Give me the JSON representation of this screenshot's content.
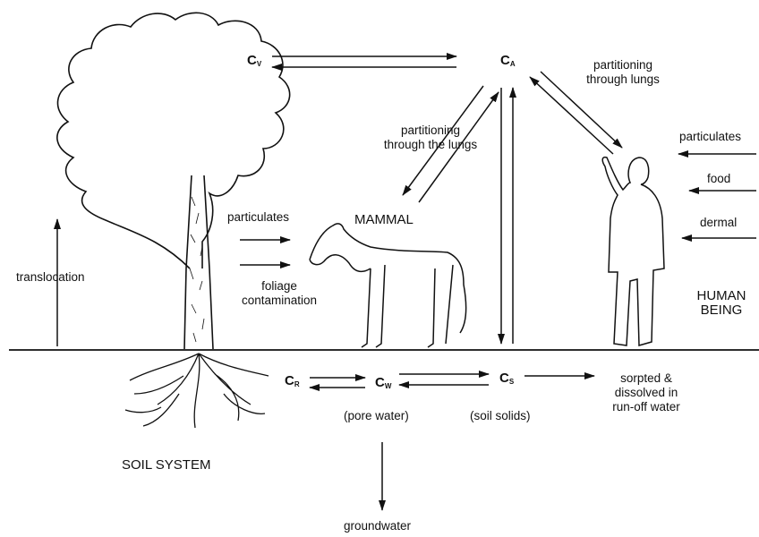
{
  "symbols": {
    "cv": {
      "main": "C",
      "sub": "V"
    },
    "ca": {
      "main": "C",
      "sub": "A"
    },
    "cr": {
      "main": "C",
      "sub": "R"
    },
    "cw": {
      "main": "C",
      "sub": "W"
    },
    "cs": {
      "main": "C",
      "sub": "S"
    }
  },
  "labels": {
    "partitioning_lungs_human_1": "partitioning",
    "partitioning_lungs_human_2": "through lungs",
    "partitioning_lungs_mammal_1": "partitioning",
    "partitioning_lungs_mammal_2": "through the lungs",
    "mammal": "MAMMAL",
    "particulates_tree": "particulates",
    "foliage_1": "foliage",
    "foliage_2": "contamination",
    "translocation": "translocation",
    "particulates_human": "particulates",
    "food": "food",
    "dermal": "dermal",
    "human_1": "HUMAN",
    "human_2": "BEING",
    "pore_water": "(pore water)",
    "soil_solids": "(soil solids)",
    "runoff_1": "sorpted &",
    "runoff_2": "dissolved in",
    "runoff_3": "run-off water",
    "soil_system": "SOIL SYSTEM",
    "groundwater": "groundwater"
  }
}
